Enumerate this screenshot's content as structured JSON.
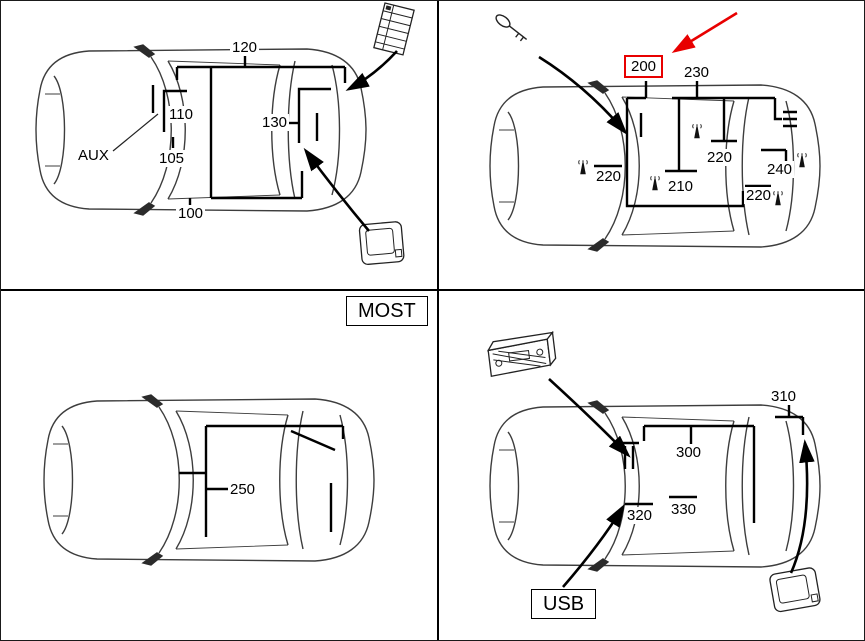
{
  "colors": {
    "highlight": "#e80000",
    "line": "#000000",
    "background": "#ffffff"
  },
  "quadrants": {
    "top_left": {
      "callouts": {
        "c120": "120",
        "c110": "110",
        "c105": "105",
        "c100": "100",
        "c130": "130"
      },
      "text_labels": {
        "aux": "AUX"
      },
      "icons": [
        "control-unit",
        "control-unit",
        "mirror",
        "mirror"
      ]
    },
    "top_right": {
      "callouts": {
        "c200": "200",
        "c230": "230",
        "c220a": "220",
        "c210": "210",
        "c220b": "220",
        "c240": "240",
        "c220c": "220"
      },
      "highlighted_callout": "200",
      "icons": [
        "key",
        "antenna",
        "antenna",
        "antenna",
        "antenna",
        "antenna",
        "red-arrow"
      ]
    },
    "bottom_left": {
      "callouts": {
        "c250": "250"
      },
      "text_labels": {
        "most": "MOST"
      },
      "icons": []
    },
    "bottom_right": {
      "callouts": {
        "c310": "310",
        "c300": "300",
        "c320": "320",
        "c330": "330"
      },
      "text_labels": {
        "usb": "USB"
      },
      "icons": [
        "head-unit",
        "control-unit"
      ]
    }
  }
}
